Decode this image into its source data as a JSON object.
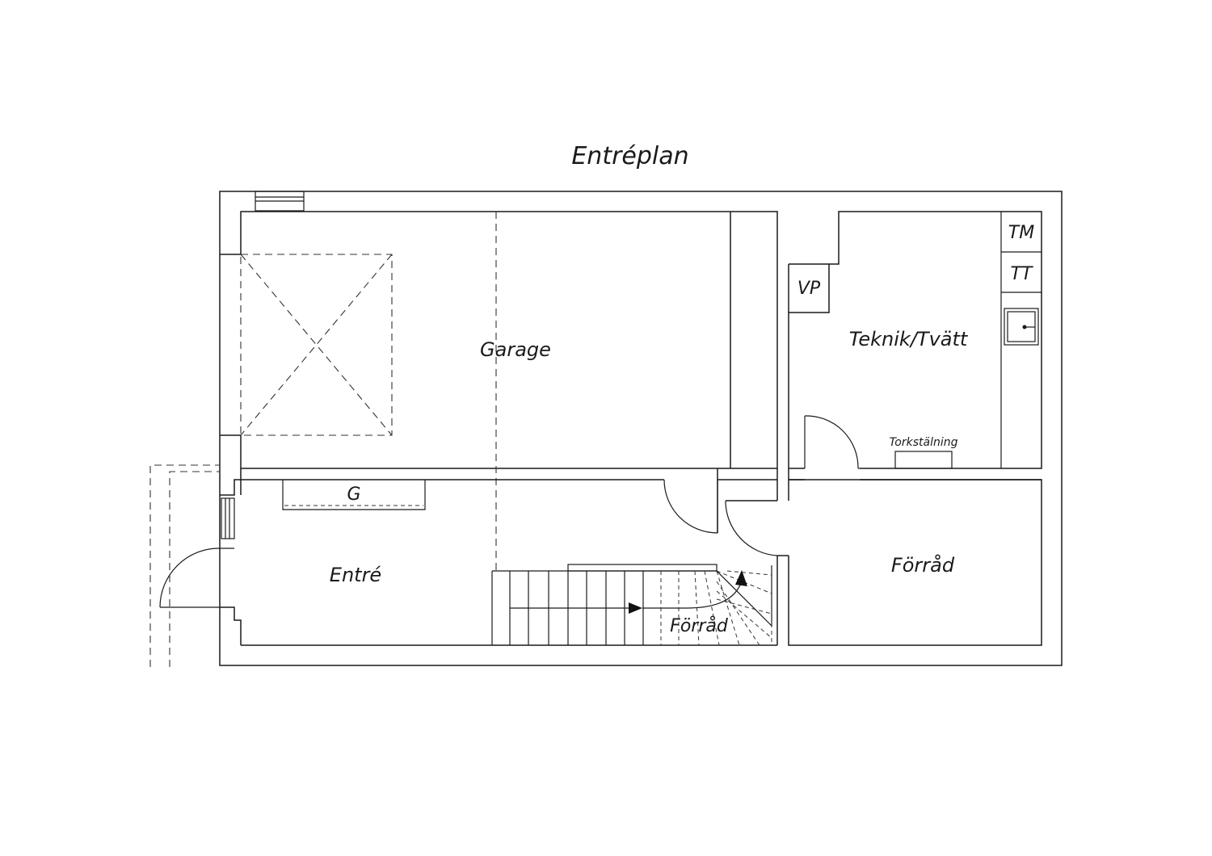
{
  "plan": {
    "title": "Entréplan",
    "rooms": {
      "garage": "Garage",
      "teknik": "Teknik/Tvätt",
      "entre": "Entré",
      "forrad_right": "Förråd",
      "forrad_stair": "Förråd"
    },
    "fixtures": {
      "vp": "VP",
      "tm": "TM",
      "tt": "TT",
      "g": "G",
      "torkstalning": "Torkstälning"
    }
  }
}
